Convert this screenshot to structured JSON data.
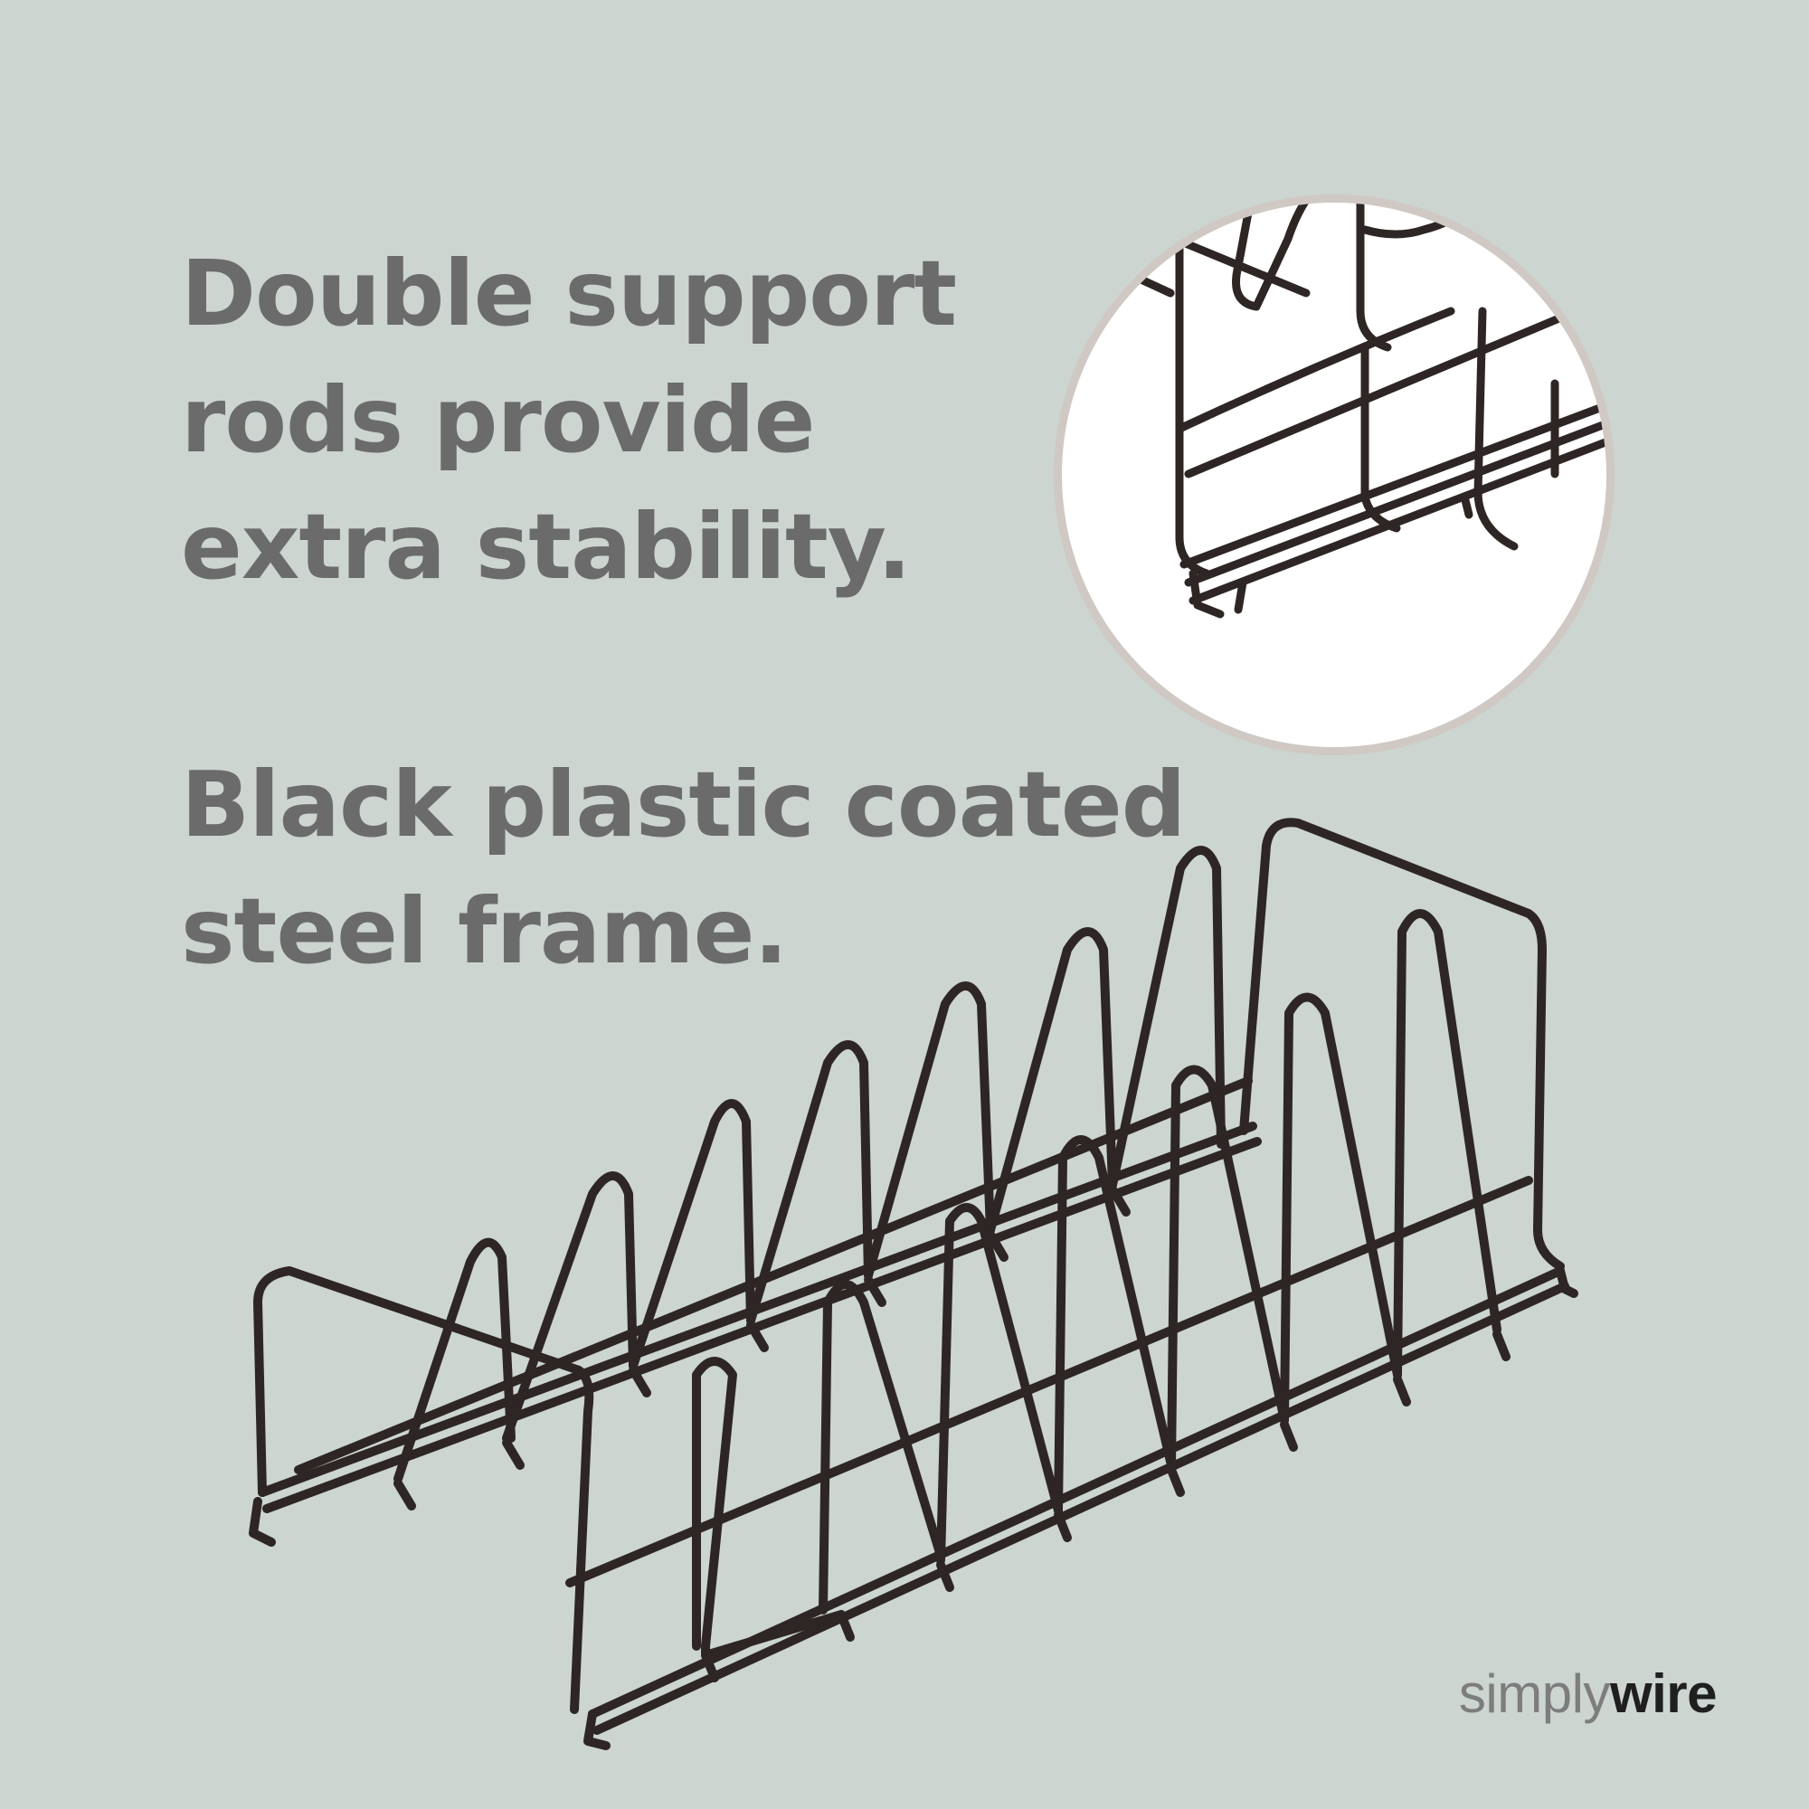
{
  "headline_1": {
    "line_1": "Double support",
    "line_2": "rods provide",
    "line_3": "extra stability."
  },
  "headline_2": {
    "line_1": "Black plastic coated",
    "line_2": "steel frame."
  },
  "brand": {
    "prefix": "simply",
    "suffix": "wire"
  },
  "colors": {
    "background": "#ccd5d0",
    "text": "#6b6b6b",
    "wire": "#2e2624",
    "inset_background": "#ffffff",
    "inset_border": "#cfc8c3"
  },
  "images": {
    "main": "black wire lid and plate rack",
    "inset": "close-up of double support rods"
  }
}
